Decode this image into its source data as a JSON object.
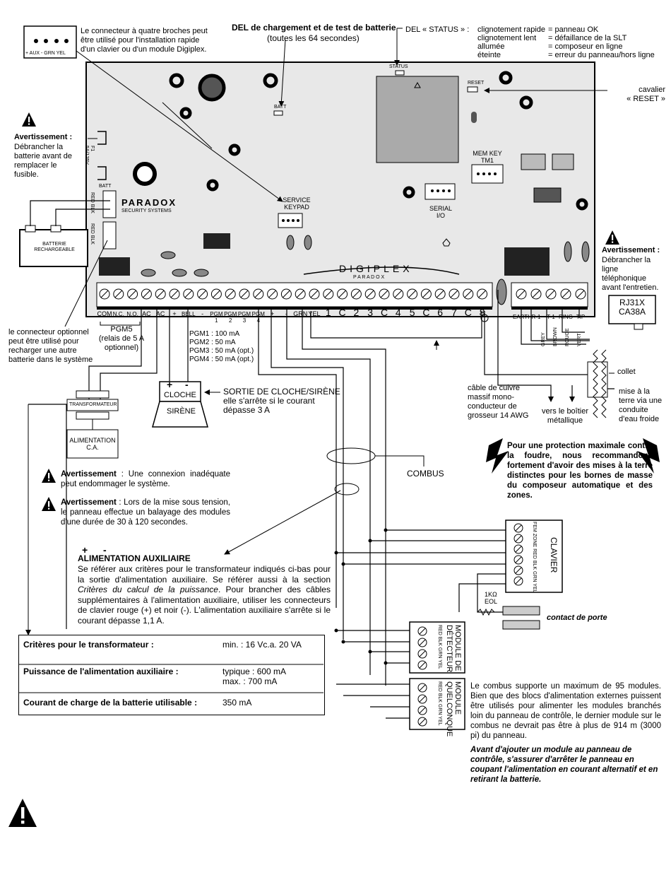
{
  "labels": {
    "connector_note": "Le connecteur à quatre broches peut\nêtre utilisé pour l'installation rapide\nd'un clavier ou d'un module Digiplex.",
    "connector_pins": "+ AUX - GRN YEL",
    "del_charge_title": "DEL de chargement et de test de batterie",
    "del_charge_sub": "(toutes les 64 secondes)",
    "status_title": "DEL « STATUS » :",
    "status_rows": [
      {
        "state": "clignotement rapide",
        "meaning": "= panneau OK"
      },
      {
        "state": "clignotement lent",
        "meaning": "= défaillance de la SLT"
      },
      {
        "state": "allumée",
        "meaning": "= composeur en ligne"
      },
      {
        "state": "éteinte",
        "meaning": "= erreur du panneau/hors ligne"
      }
    ],
    "status_led": "STATUS",
    "reset_small": "RESET",
    "reset_cavalier": "cavalier\n« RESET »",
    "batt_led": "BATT",
    "warn_fuse_title": "Avertissement :",
    "warn_fuse_body": "Débrancher la\nbatterie avant de\nremplacer le\nfusible.",
    "fuse": "F1\n5A/125V",
    "batt": "BATT",
    "red_blk": "RED BLK",
    "batterie": "BATTERIE\nRECHARGEABLE",
    "paradox": "PARADOX",
    "paradox_sub": "SECURITY SYSTEMS",
    "service_keypad": "SERVICE\nKEYPAD",
    "mem_key": "MEM KEY\nTM1",
    "serial_io": "SERIAL\nI/O",
    "digiplex": "DIGIPLEX",
    "digiplex_sub": "P A R A D O X",
    "warn_tel_title": "Avertissement :",
    "warn_tel_body": "Débrancher la\nligne\ntéléphonique\navant l'entretien.",
    "rj31x": "RJ31X\nCA38A",
    "terminals": [
      "COM",
      "N.C.",
      "N.O.",
      "AC",
      "AC",
      "+",
      "BELL",
      "-",
      "PGM 1",
      "PGM 2",
      "PGM 3",
      "PGM 4",
      "+",
      "-",
      "GRN",
      "YEL",
      "1",
      "C",
      "2",
      "3",
      "C",
      "4",
      "5",
      "C",
      "6",
      "7",
      "C",
      "8"
    ],
    "tel_terminals": [
      "EARTH",
      "R-1",
      "T-1",
      "RING",
      "TIP"
    ],
    "wire_colors": [
      "GREY",
      "BROWN",
      "ROUGE",
      "VERT"
    ],
    "pgm5": "PGM5\n(relais de 5 A\noptionnel)",
    "pgm_ratings": [
      "PGM1 : 100 mA",
      "PGM2 : 50 mA",
      "PGM3 : 50 mA (opt.)",
      "PGM4 : 50 mA (opt.)"
    ],
    "optional_conn": "le connecteur optionnel\npeut être utilisé pour\nrecharger une autre\nbatterie dans le système",
    "transformateur": "TRANSFORMATEUR",
    "alimentation_ca": "ALIMENTATION\nC.A.",
    "cloche": "CLOCHE",
    "sirene": "SIRÈNE",
    "bell_plus": "+",
    "bell_minus": "-",
    "sortie_cloche": "SORTIE DE CLOCHE/SIRÈNE\nelle s'arrête si le courant\ndépasse 3 A",
    "cable_cuivre": "câble de cuivre\nmassif mono-\nconducteur de\ngrosseur 14 AWG",
    "vers_boitier": "vers le boîtier\nmétallique",
    "collet": "collet",
    "mise_terre": "mise à la\nterre via une\nconduite\nd'eau froide",
    "combus": "COMBUS",
    "foudre": "Pour une protection maximale contre la foudre, nous recommandons fortement d'avoir des mises à la terre distinctes pour les bornes de masse du composeur automatique et des zones.",
    "warn_conn_title": "Avertissement",
    "warn_conn_body": " : Une connexion inadéquate peut endommager le système.",
    "warn_power_title": "Avertissement",
    "warn_power_body": " : Lors de la mise sous tension, le panneau effectue un balayage des modules d'une durée de 30 à 120 secondes.",
    "aux_plus": "+",
    "aux_minus": "-",
    "aux_title": "ALIMENTATION AUXILIAIRE",
    "aux_body_1": "Se référer aux critères pour le transformateur indiqués ci-bas pour la sortie d'alimentation auxiliaire. Se référer aussi à la section ",
    "aux_body_em": "Critères du calcul de la puissance",
    "aux_body_2": ". Pour brancher des câbles supplémentaires à l'alimentation auxiliaire, utiliser les connecteurs de clavier rouge (+) et noir (-). L'alimentation auxiliaire s'arrête si le courant dépasse 1,1 A.",
    "clavier": "CLAVIER",
    "clavier_pins": "FEM ZONE RED BLK GRN YEL",
    "eol": "1KΩ\nEOL",
    "contact_porte": "contact de porte",
    "module_detecteur": "MODULE DE\nDÉTECTEUR",
    "module_quelconque": "MODULE\nQUELCONQUE",
    "module_pins": "RED BLK GRN YEL",
    "combus_note": "Le combus supporte un maximum de 95 modules. Bien que des blocs d'alimentation externes puissent être utilisés pour alimenter les modules branchés loin du panneau de contrôle, le dernier module sur le combus ne devrait pas être à plus de 914 m (3000 pi) du panneau.",
    "combus_note_2": "Avant d'ajouter un module au panneau de contrôle, s'assurer d'arrêter le panneau en coupant l'alimentation en courant alternatif et en retirant la batterie."
  },
  "criteria": {
    "rows": [
      {
        "label": "Critères pour le transformateur :",
        "value": "min. : 16 Vc.a. 20 VA"
      },
      {
        "label": "Puissance de l'alimentation auxiliaire :",
        "value": "typique : 600 mA\nmax. : 700 mA"
      },
      {
        "label": "Courant de charge de la batterie utilisable :",
        "value": "350 mA"
      }
    ]
  }
}
